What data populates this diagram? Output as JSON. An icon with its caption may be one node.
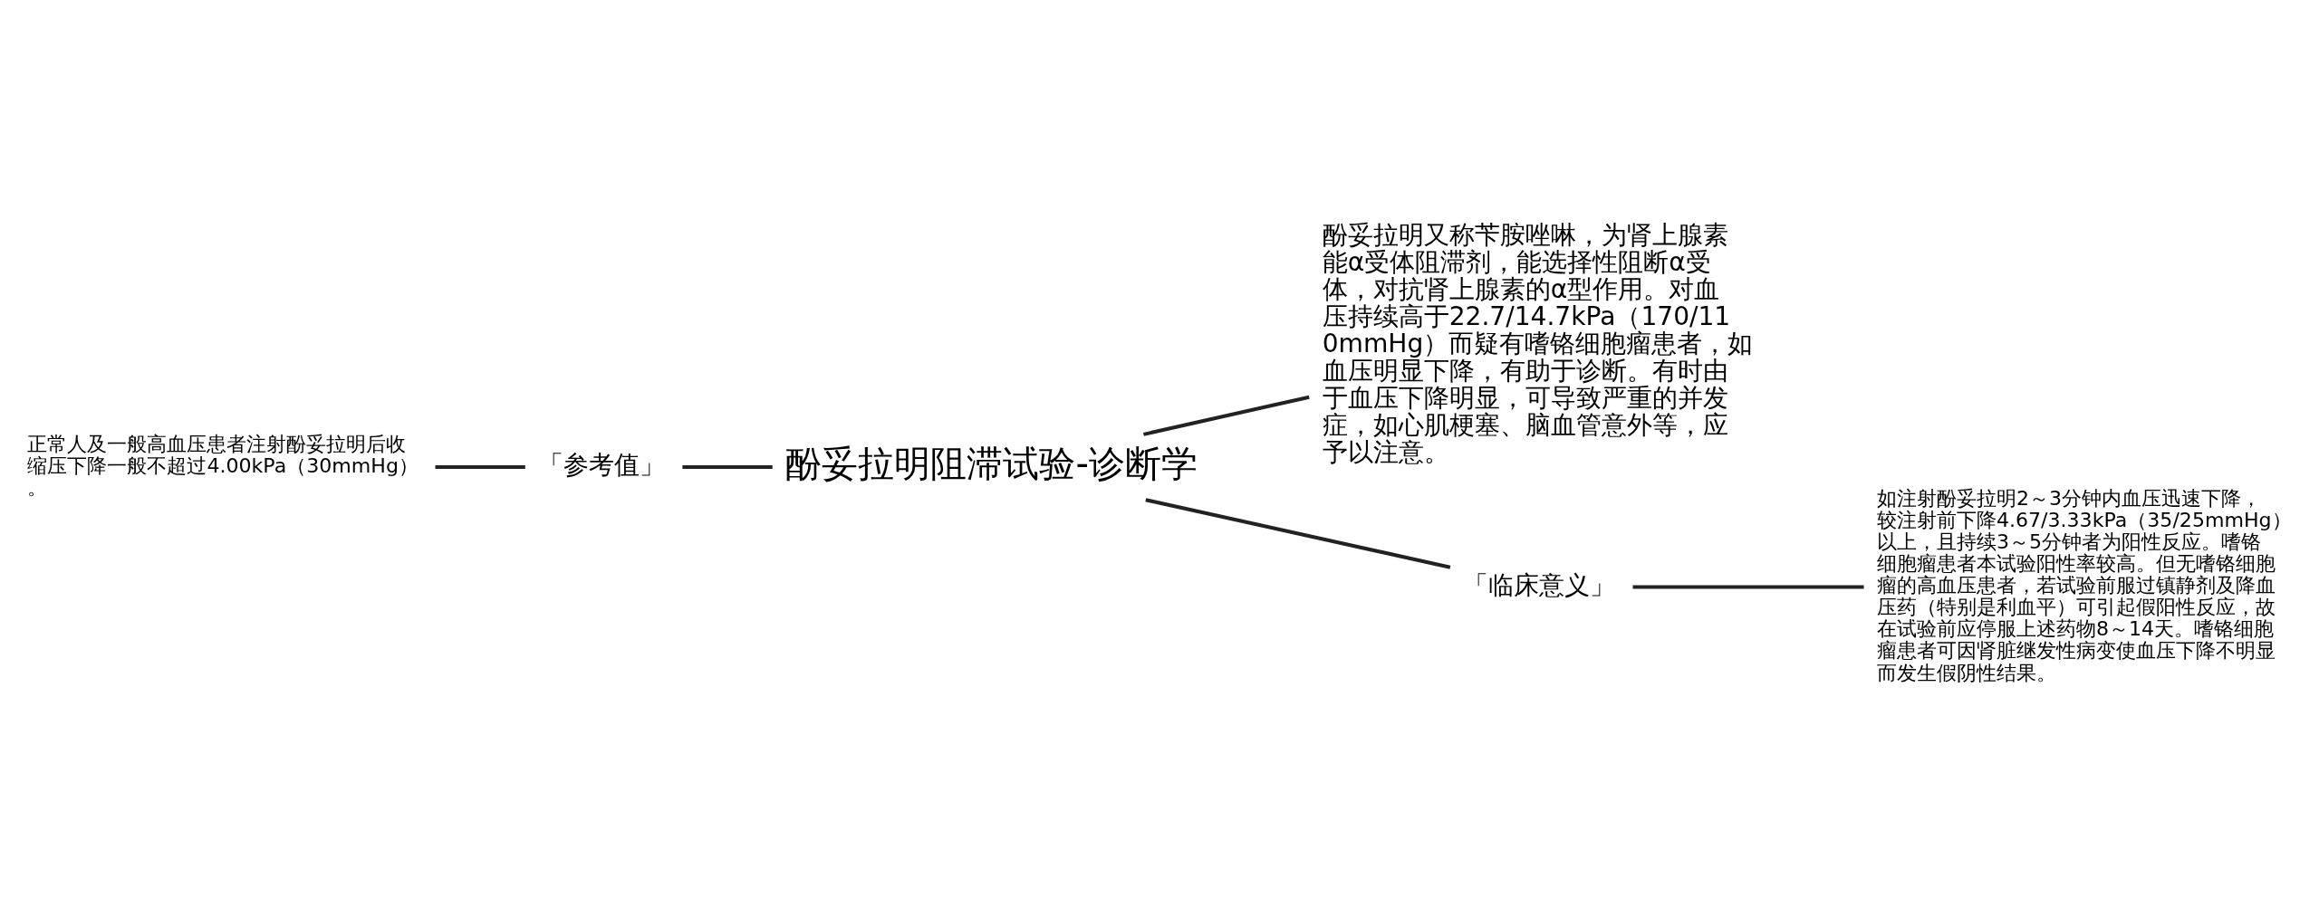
{
  "diagram": {
    "nodes": [
      {
        "text": [
          "正常人及一般高血压患者注射酚妥拉明后收缩压下降一般不超过4.00kPa（30mmHg）。"
        ]
      },
      {
        "text": [
          "「参考值」"
        ]
      },
      {
        "text": [
          "酚妥拉明阻滞试验-诊断学"
        ]
      },
      {
        "text": [
          "酚妥拉明又称苄胺唑啉，为肾上腺素能α受体阻滞剂，能选择性阻断α受体，对抗肾上腺素的α型作用。对血压持续高于22.7/14.7kPa（170/110mmHg）而疑有嗜铬细胞瘤患者，如血压明显下降，有助于诊断。有时由于血压下降明显，可导致严重的并发症，如心肌梗塞、脑血管意外等，应予以注意。"
        ]
      },
      {
        "text": [
          "「临床意义」"
        ]
      },
      {
        "text": [
          "如注射酚妥拉明2～3分钟内血压迅速下降，较注射前下降4.67/3.33kPa（35/25mmHg）以上，且持续3～5分钟者为阳性反应。嗜铬细胞瘤患者本试验阳性率较高。但无嗜铬细胞瘤的高血压患者，若试验前服过镇静剂及降血压药（特别是利血平）可引起假阳性反应，故在试验前应停服上述药物8～14天。嗜铬细胞瘤患者可因肾脏继发性病变使血压下降不明显而发生假阴性结果。"
        ]
      }
    ],
    "edges": [
      {
        "from": 0,
        "to": 1,
        "arrow": "none"
      },
      {
        "from": 1,
        "to": 2,
        "arrow": "none"
      },
      {
        "from": 2,
        "to": 3,
        "arrow": "none"
      },
      {
        "from": 2,
        "to": 4,
        "arrow": "none"
      },
      {
        "from": 4,
        "to": 5,
        "arrow": "none"
      }
    ]
  }
}
